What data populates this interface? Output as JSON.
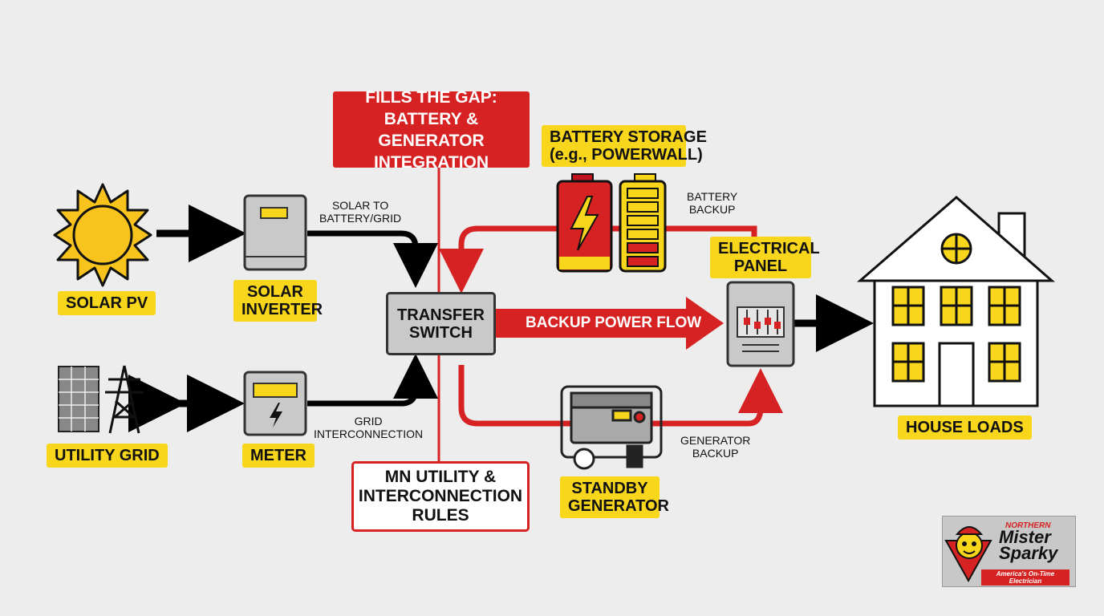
{
  "top_note": {
    "lines": [
      "FILLS THE GAP:",
      "BATTERY & GENERATOR",
      "INTEGRATION"
    ]
  },
  "bottom_note": {
    "lines": [
      "MN UTILITY &",
      "INTERCONNECTION",
      "RULES"
    ]
  },
  "nodes": {
    "solar_pv": {
      "label": "SOLAR PV"
    },
    "solar_inverter": {
      "lines": [
        "SOLAR",
        "INVERTER"
      ]
    },
    "utility_grid": {
      "label": "UTILITY GRID"
    },
    "meter": {
      "label": "METER"
    },
    "transfer_switch": {
      "lines": [
        "TRANSFER",
        "SWITCH"
      ]
    },
    "battery_storage": {
      "lines": [
        "BATTERY STORAGE",
        "(e.g., POWERWALL)"
      ]
    },
    "electrical_panel": {
      "lines": [
        "ELECTRICAL",
        "PANEL"
      ]
    },
    "standby_generator": {
      "lines": [
        "STANDBY",
        "GENERATOR"
      ]
    },
    "house_loads": {
      "label": "HOUSE LOADS"
    }
  },
  "flows": {
    "solar_to": {
      "lines": [
        "SOLAR TO",
        "BATTERY/GRID"
      ]
    },
    "grid_interconnection": {
      "lines": [
        "GRID",
        "INTERCONNECTION"
      ]
    },
    "battery_backup": {
      "lines": [
        "BATTERY",
        "BACKUP"
      ]
    },
    "generator_backup": {
      "lines": [
        "GENERATOR",
        "BACKUP"
      ]
    },
    "backup_power_flow": {
      "label": "BACKUP POWER FLOW"
    }
  },
  "logo": {
    "line1": "NORTHERN",
    "line2": "Mister",
    "line3": "Sparky",
    "tagline": "America's On-Time Electrician"
  },
  "colors": {
    "accent_red": "#d62222",
    "label_yellow": "#f8d61c",
    "panel_gray": "#c9c9c9",
    "ink": "#111111"
  },
  "icons": [
    "sun-icon",
    "solar-panel-icon",
    "transmission-tower-icon",
    "inverter-icon",
    "meter-icon",
    "battery-icon",
    "generator-icon",
    "electrical-panel-icon",
    "house-icon"
  ]
}
